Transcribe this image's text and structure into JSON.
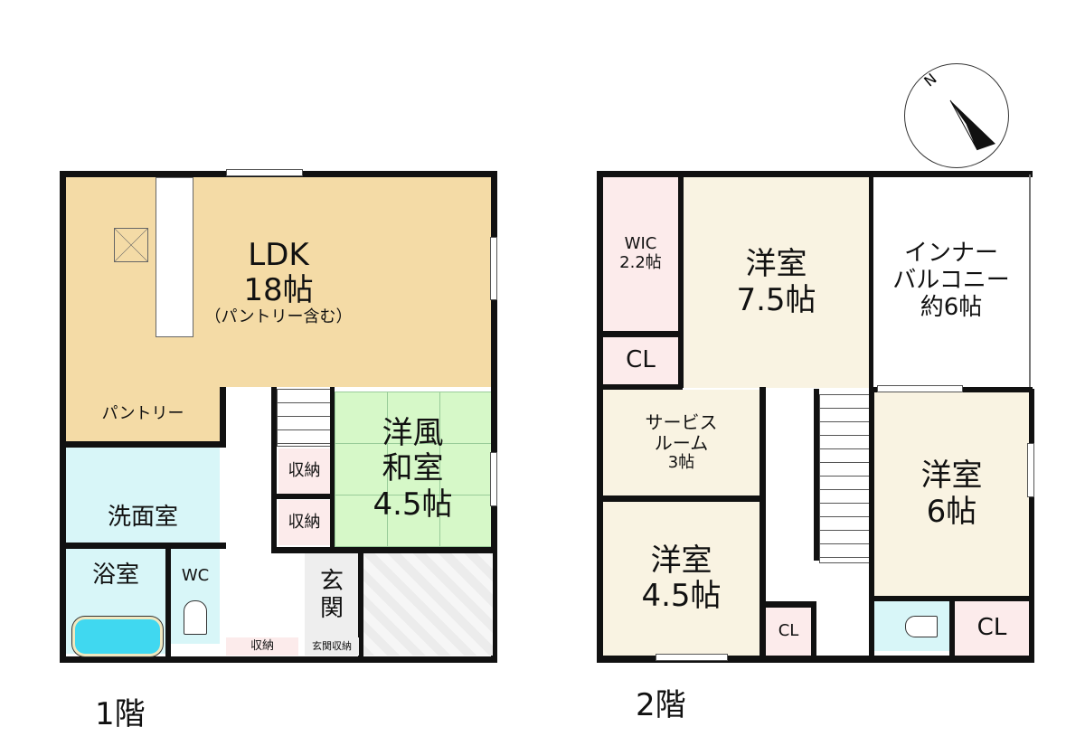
{
  "floor1": {
    "label": "1階",
    "rooms": {
      "ldk": {
        "name": "LDK",
        "size": "18帖",
        "note": "（パントリー含む）"
      },
      "pantry": {
        "name": "パントリー"
      },
      "washroom": {
        "name": "洗面室"
      },
      "bath": {
        "name": "浴室"
      },
      "wc": {
        "name": "WC"
      },
      "storage1": {
        "name": "収納"
      },
      "storage2": {
        "name": "収納"
      },
      "storage3": {
        "name": "収納"
      },
      "japanese": {
        "name1": "洋風",
        "name2": "和室",
        "size": "4.5帖"
      },
      "entrance": {
        "name1": "玄",
        "name2": "関"
      },
      "entrance_storage": {
        "name": "玄関収納"
      }
    }
  },
  "floor2": {
    "label": "2階",
    "rooms": {
      "wic": {
        "name": "WIC",
        "size": "2.2帖"
      },
      "cl1": {
        "name": "CL"
      },
      "western75": {
        "name": "洋室",
        "size": "7.5帖"
      },
      "balcony": {
        "name1": "インナー",
        "name2": "バルコニー",
        "size": "約6帖"
      },
      "service": {
        "name1": "サービス",
        "name2": "ルーム",
        "size": "3帖"
      },
      "western45": {
        "name": "洋室",
        "size": "4.5帖"
      },
      "cl2": {
        "name": "CL"
      },
      "western6": {
        "name": "洋室",
        "size": "6帖"
      },
      "cl3": {
        "name": "CL"
      }
    }
  },
  "compass": {
    "north": "N"
  },
  "colors": {
    "ldk": "#f4dba6",
    "wet": "#d8f6f8",
    "japanese": "#d6f8c8",
    "storage": "#fcebeb",
    "room": "#f9f3e2"
  }
}
